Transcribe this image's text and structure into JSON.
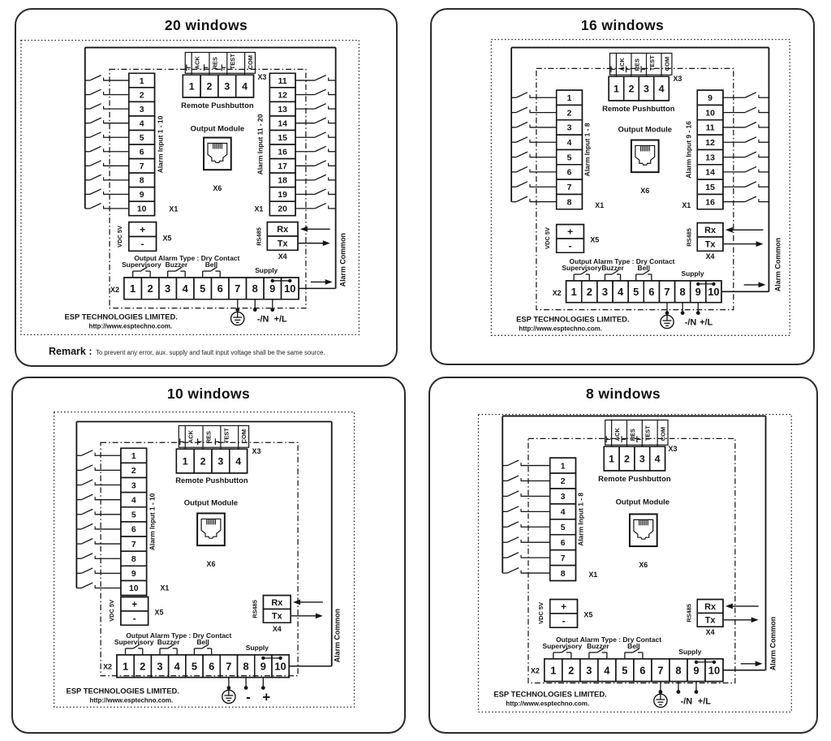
{
  "panels": [
    {
      "title": "20 windows",
      "left_block": {
        "connector": "X1",
        "label": "Alarm Input 1 - 10",
        "terminals": [
          "1",
          "2",
          "3",
          "4",
          "5",
          "6",
          "7",
          "8",
          "9",
          "10"
        ]
      },
      "right_block": {
        "connector": "X1",
        "label": "Alarm Input 11 - 20",
        "terminals": [
          "11",
          "12",
          "13",
          "14",
          "15",
          "16",
          "17",
          "18",
          "19",
          "20"
        ]
      },
      "supply_terminals": [
        "-/N",
        "+/L"
      ],
      "remark": {
        "label": "Remark :",
        "text": "To prevent any error, aux. supply and fault input voltage shall be the same source."
      }
    },
    {
      "title": "16 windows",
      "left_block": {
        "connector": "X1",
        "label": "Alarm Input 1 - 8",
        "terminals": [
          "1",
          "2",
          "3",
          "4",
          "5",
          "6",
          "7",
          "8"
        ]
      },
      "right_block": {
        "connector": "X1",
        "label": "Alarm Input 9 - 16",
        "terminals": [
          "9",
          "10",
          "11",
          "12",
          "13",
          "14",
          "15",
          "16"
        ]
      },
      "supply_terminals": [
        "-/N",
        "+/L"
      ]
    },
    {
      "title": "10 windows",
      "left_block": {
        "connector": "X1",
        "label": "Alarm Input 1 - 10",
        "terminals": [
          "1",
          "2",
          "3",
          "4",
          "5",
          "6",
          "7",
          "8",
          "9",
          "10"
        ]
      },
      "supply_terminals": [
        "-",
        "+"
      ]
    },
    {
      "title": "8 windows",
      "left_block": {
        "connector": "X1",
        "label": "Alarm Input 1 - 8",
        "terminals": [
          "1",
          "2",
          "3",
          "4",
          "5",
          "6",
          "7",
          "8"
        ]
      },
      "supply_terminals": [
        "-/N",
        "+/L"
      ]
    }
  ],
  "shared": {
    "remote_pushbutton": {
      "connector": "X3",
      "label": "Remote Pushbutton",
      "terminals": [
        "1",
        "2",
        "3",
        "4"
      ],
      "signals": [
        "ACK",
        "RES",
        "TEST",
        "COM"
      ]
    },
    "output_module": {
      "label": "Output Module",
      "connector": "X6"
    },
    "aux_supply": {
      "label": "VDC 5V",
      "connector": "X5",
      "terminals": [
        "+",
        "-"
      ]
    },
    "rs485": {
      "label": "RS485",
      "connector": "X4",
      "terminals": [
        "Rx",
        "Tx"
      ]
    },
    "output_block": {
      "connector": "X2",
      "terminals": [
        "1",
        "2",
        "3",
        "4",
        "5",
        "6",
        "7",
        "8",
        "9",
        "10"
      ],
      "header": "Output Alarm Type : Dry Contact",
      "groups": [
        "Supervisory",
        "Buzzer",
        "Bell"
      ],
      "supply_label": "Supply"
    },
    "alarm_common_label": "Alarm Common",
    "company": {
      "name": "ESP TECHNOLOGIES LIMITED.",
      "url": "http://www.esptechno.com."
    },
    "ink_color": "#141414"
  }
}
